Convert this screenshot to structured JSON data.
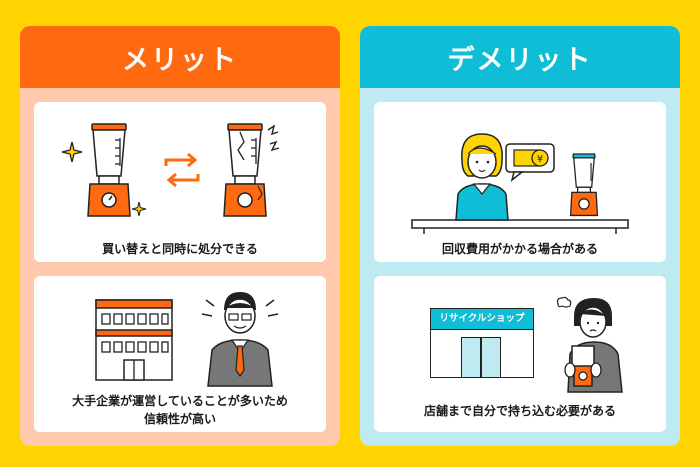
{
  "merit": {
    "title": "メリット",
    "card1_caption": "買い替えと同時に処分できる",
    "card2_caption_line1": "大手企業が運営していることが多いため",
    "card2_caption_line2": "信頼性が高い"
  },
  "demerit": {
    "title": "デメリット",
    "card1_caption": "回収費用がかかる場合がある",
    "shop_sign": "リサイクルショップ",
    "card2_caption": "店舗まで自分で持ち込む必要がある"
  },
  "colors": {
    "background": "#FFD400",
    "merit_accent": "#FF6A10",
    "merit_panel": "#FFC9AE",
    "demerit_accent": "#10BDD6",
    "demerit_panel": "#BFEAF2"
  },
  "icons": [
    "blender-icon",
    "sparkle-icon",
    "swap-arrows-icon",
    "broken-blender-icon",
    "office-building-icon",
    "businessman-icon",
    "receptionist-icon",
    "yen-speech-bubble-icon",
    "recycle-shop-icon",
    "person-carrying-blender-icon"
  ]
}
